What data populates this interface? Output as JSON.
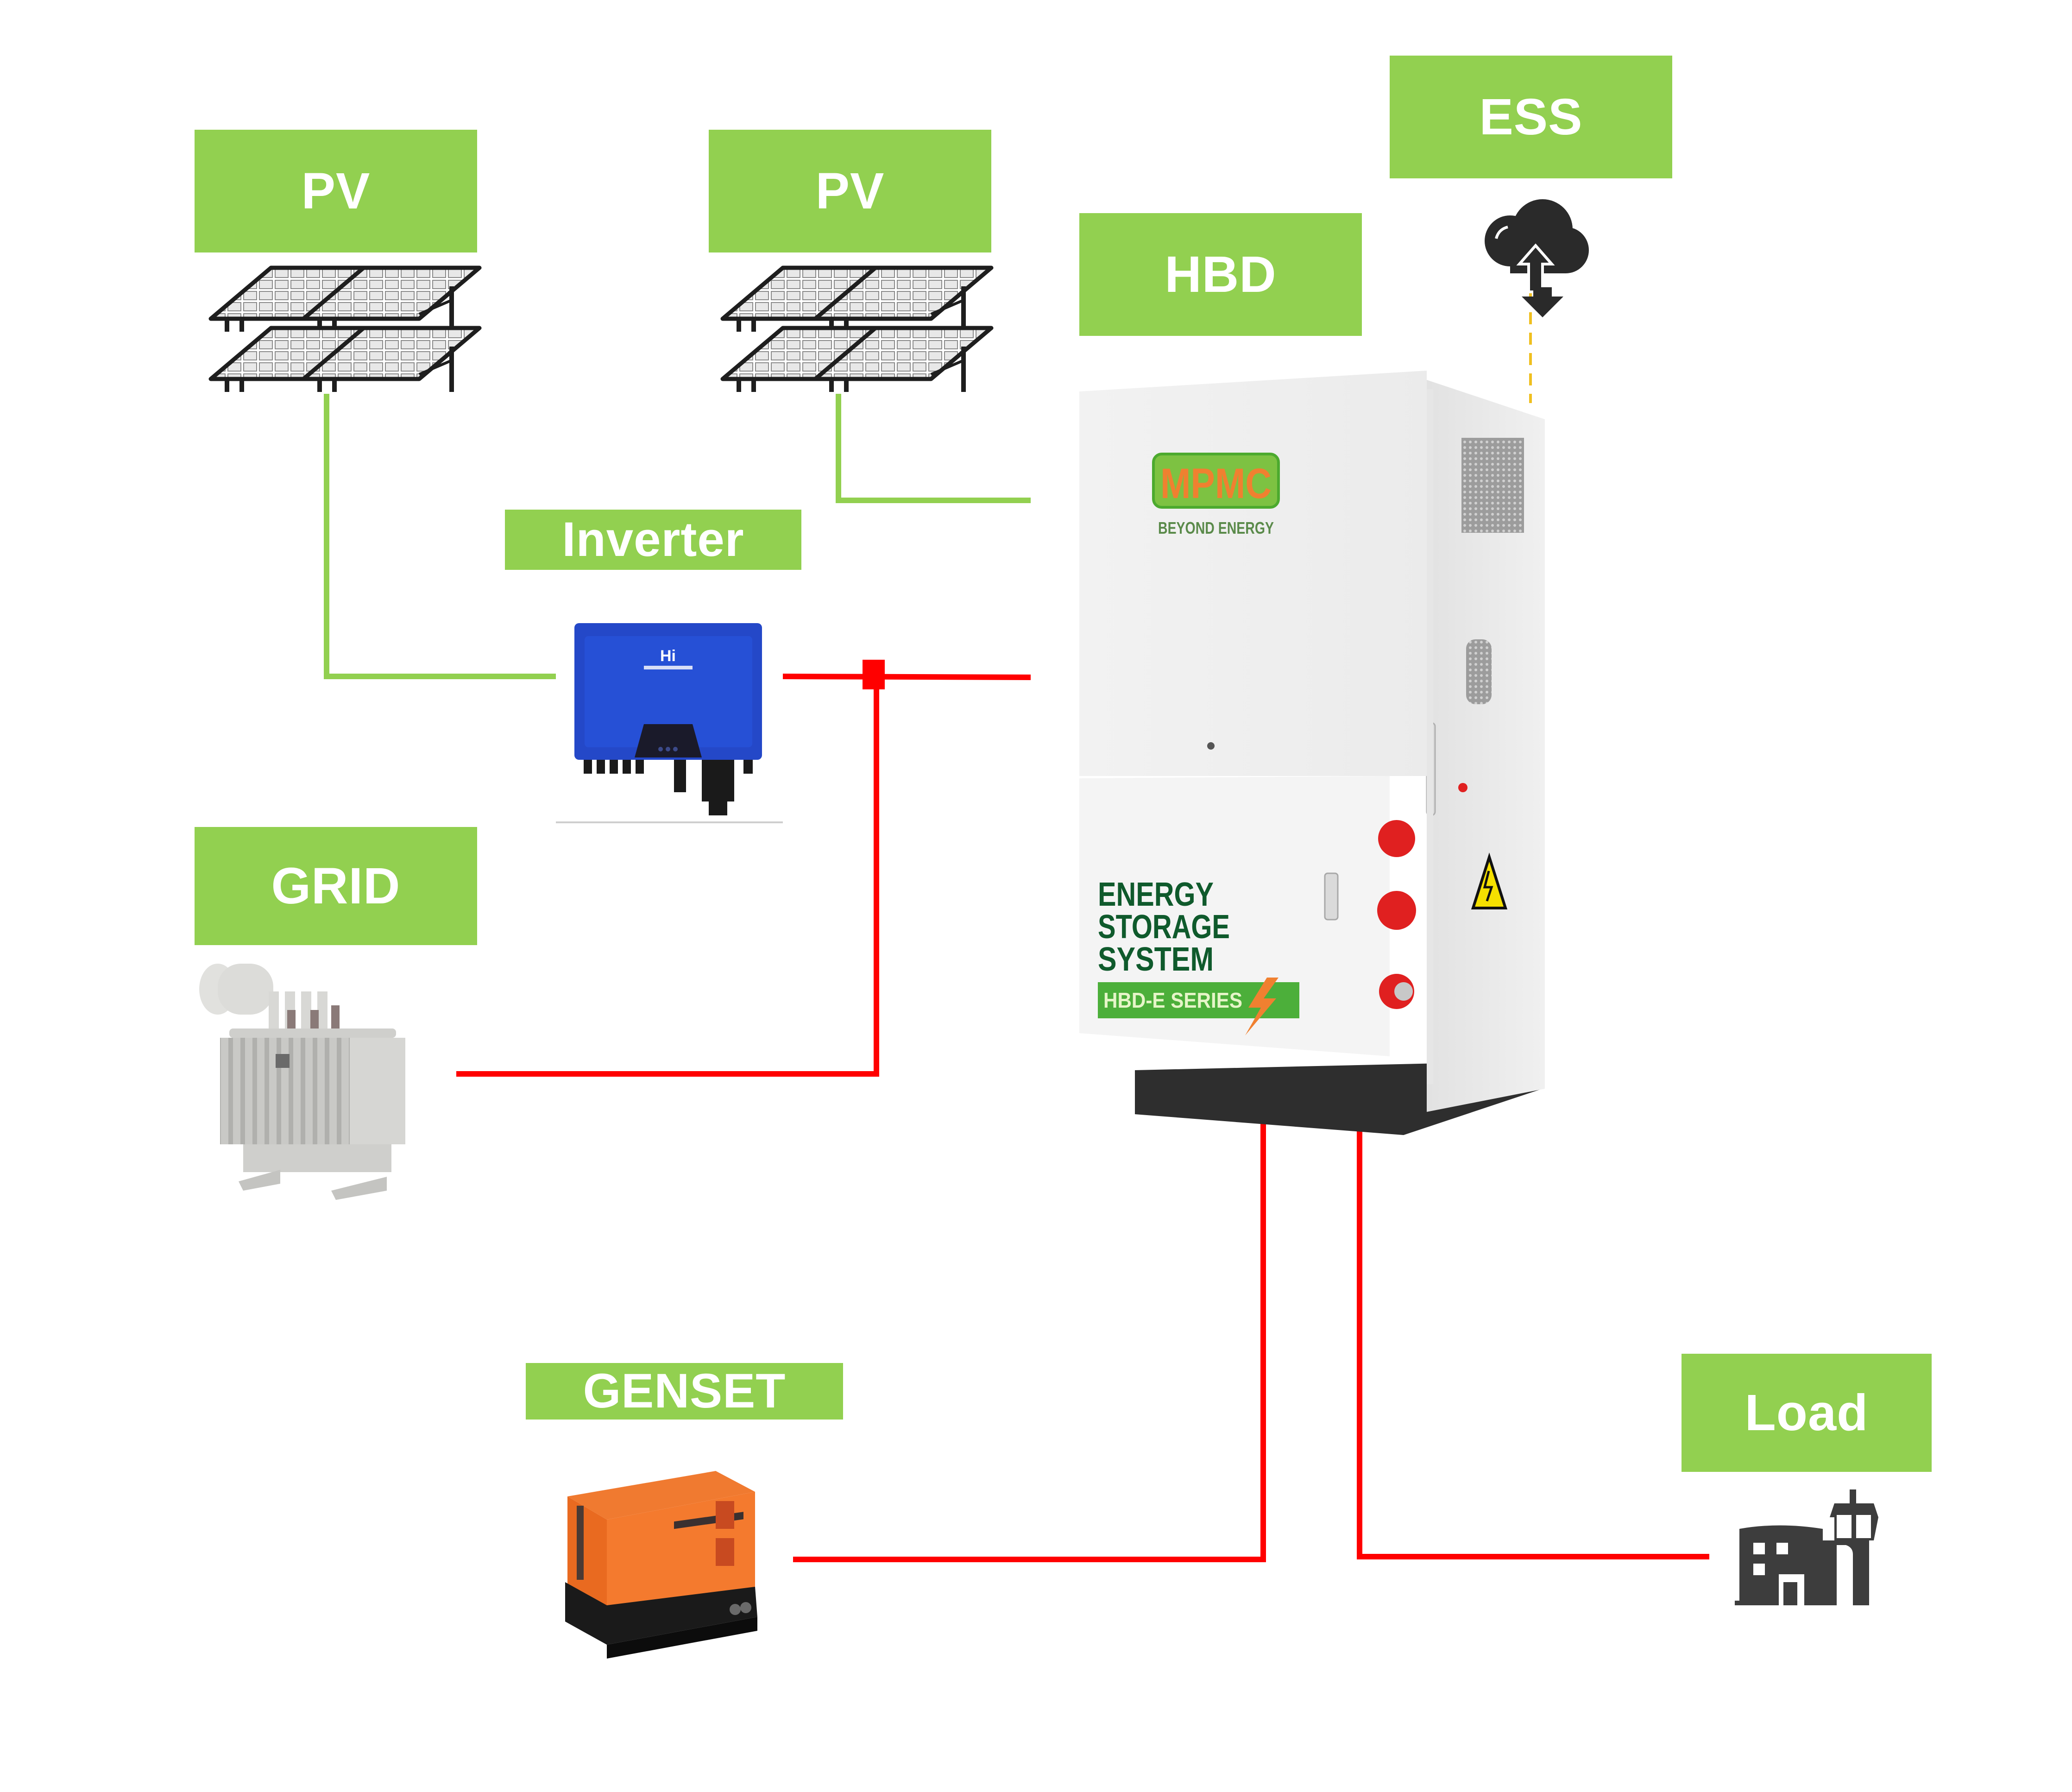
{
  "diagram": {
    "title": "",
    "colors": {
      "label_bg": "#92d050",
      "label_text": "#ffffff",
      "dc_line": "#92d050",
      "ac_line": "#ff0000",
      "comm_line": "#f0c020",
      "icon_dark": "#3a3a3a"
    },
    "nodes": {
      "pv1": {
        "label": "PV",
        "icon": "solar-panel-array-icon"
      },
      "pv2": {
        "label": "PV",
        "icon": "solar-panel-array-icon"
      },
      "hbd": {
        "label": "HBD",
        "icon": "energy-storage-cabinet"
      },
      "ess": {
        "label": "ESS",
        "icon": "cloud-sync-icon"
      },
      "inverter": {
        "label": "Inverter",
        "icon": "inverter-device"
      },
      "grid": {
        "label": "GRID",
        "icon": "transformer-device"
      },
      "genset": {
        "label": "GENSET",
        "icon": "generator-device"
      },
      "load": {
        "label": "Load",
        "icon": "building-with-tower-icon"
      }
    },
    "cabinet": {
      "brand": "MPMC",
      "tagline": "BEYOND ENERGY",
      "title_lines": [
        "ENERGY",
        "STORAGE",
        "SYSTEM"
      ],
      "series": "HBD-E SERIES"
    },
    "inverter_brand": "Hi",
    "connections": [
      {
        "from": "pv1",
        "to": "inverter",
        "type": "dc"
      },
      {
        "from": "pv2",
        "to": "hbd",
        "type": "dc"
      },
      {
        "from": "inverter",
        "to": "hbd",
        "type": "ac"
      },
      {
        "from": "grid",
        "to": "hbd",
        "type": "ac",
        "via": "junction"
      },
      {
        "from": "genset",
        "to": "hbd",
        "type": "ac"
      },
      {
        "from": "hbd",
        "to": "load",
        "type": "ac"
      },
      {
        "from": "hbd",
        "to": "ess",
        "type": "communication"
      }
    ]
  }
}
